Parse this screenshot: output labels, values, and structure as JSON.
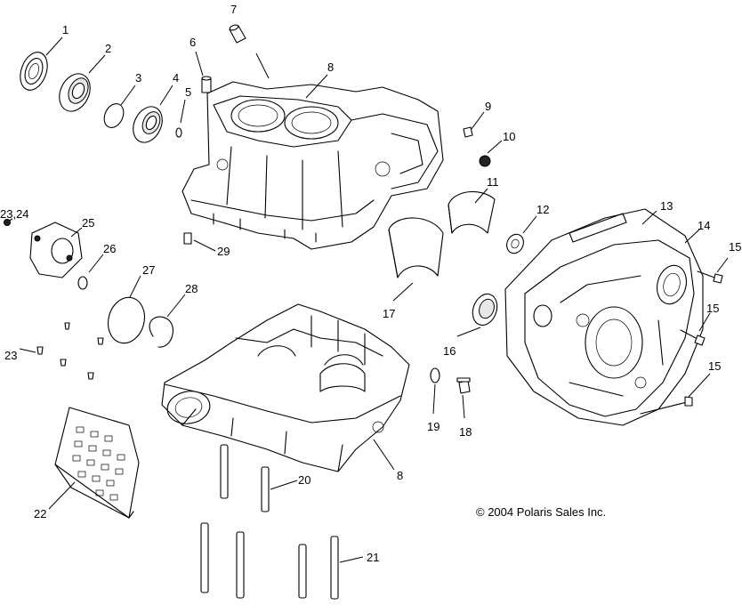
{
  "callouts": {
    "c1": "1",
    "c2": "2",
    "c3": "3",
    "c4": "4",
    "c5": "5",
    "c6": "6",
    "c7": "7",
    "c8a": "8",
    "c8b": "8",
    "c9": "9",
    "c10": "10",
    "c11": "11",
    "c12": "12",
    "c13": "13",
    "c14": "14",
    "c15a": "15",
    "c15b": "15",
    "c15c": "15",
    "c16": "16",
    "c17": "17",
    "c18": "18",
    "c19": "19",
    "c20": "20",
    "c21": "21",
    "c22": "22",
    "c23a": "23,24",
    "c23b": "23",
    "c25": "25",
    "c26": "26",
    "c27": "27",
    "c28": "28",
    "c29": "29"
  },
  "copyright": "© 2004 Polaris Sales Inc."
}
